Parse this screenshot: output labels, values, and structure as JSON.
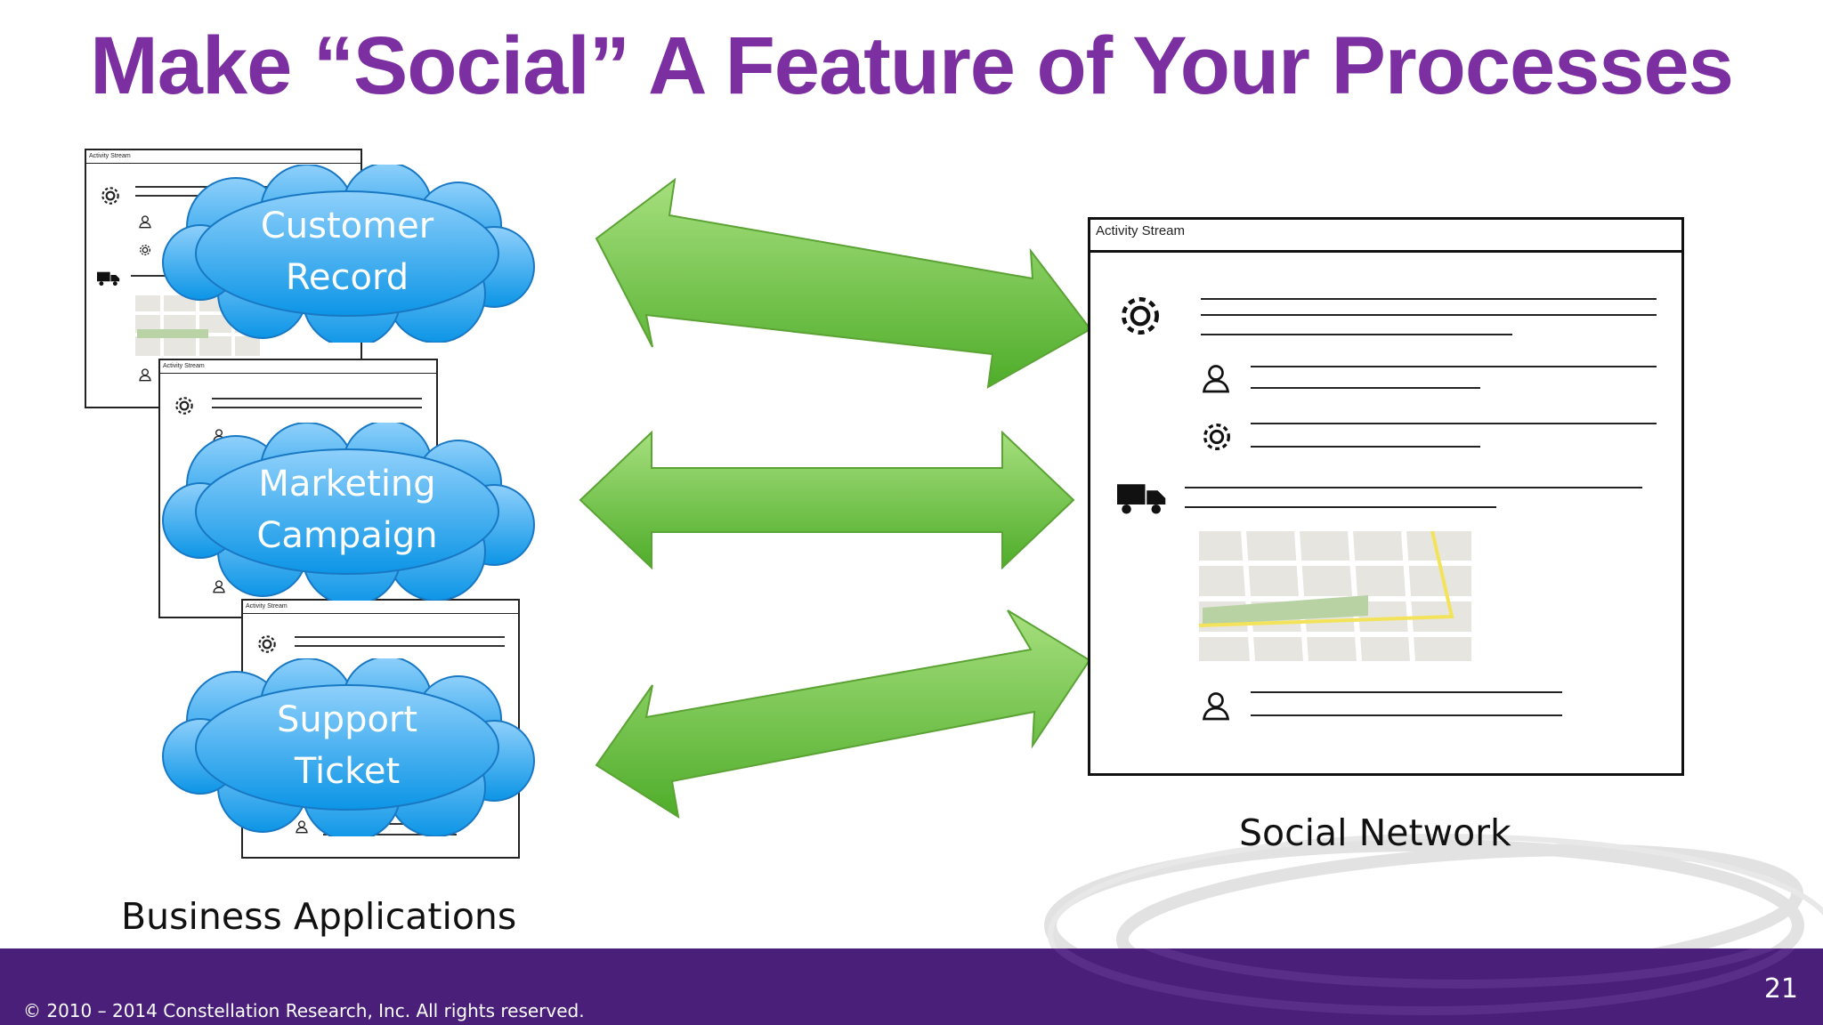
{
  "slide": {
    "title": "Make “Social” A Feature of Your Processes",
    "page_number": "21",
    "copyright": "© 2010 – 2014 Constellation Research, Inc.  All rights reserved."
  },
  "left": {
    "caption": "Business Applications",
    "clouds": [
      {
        "label": "Customer\nRecord"
      },
      {
        "label": "Marketing\nCampaign"
      },
      {
        "label": "Support\nTicket"
      }
    ],
    "mock_header": "Activity Stream"
  },
  "right": {
    "caption": "Social Network",
    "mock_header": "Activity Stream"
  },
  "colors": {
    "title": "#7b2fa0",
    "footer": "#4a1f7a",
    "arrow": "#6cc03f",
    "cloud": "#3ea3ea"
  },
  "icons": [
    "gear-icon",
    "user-icon",
    "truck-icon",
    "map-thumbnail"
  ]
}
